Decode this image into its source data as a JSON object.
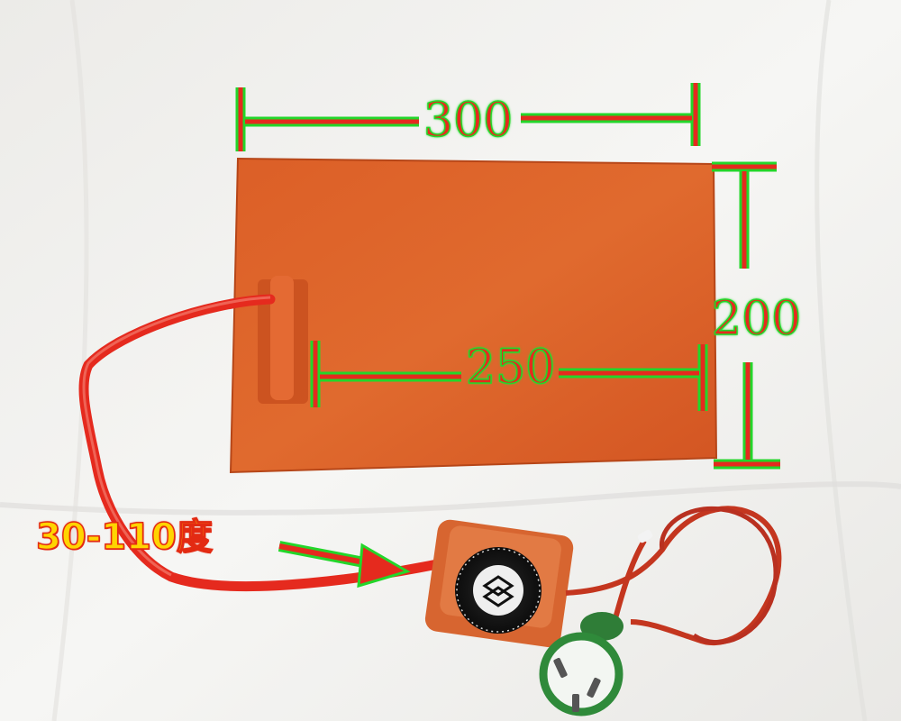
{
  "annotations": {
    "width_label": "300",
    "height_label": "200",
    "inner_length_label": "250",
    "temperature_label": "30-110度"
  },
  "colors": {
    "heater_pad": "#d95a24",
    "wire": "#e52a1e",
    "marker_green": "#23d62a",
    "marker_red": "#e52a1e",
    "temp_text": "#ffd400",
    "plug": "#2f8a3a",
    "background": "#f2f2f0"
  },
  "icons": {
    "thermostat_dial": "thermostat-dial-icon",
    "power_plug": "power-plug-icon",
    "pointer_arrow": "arrow-right-icon"
  }
}
